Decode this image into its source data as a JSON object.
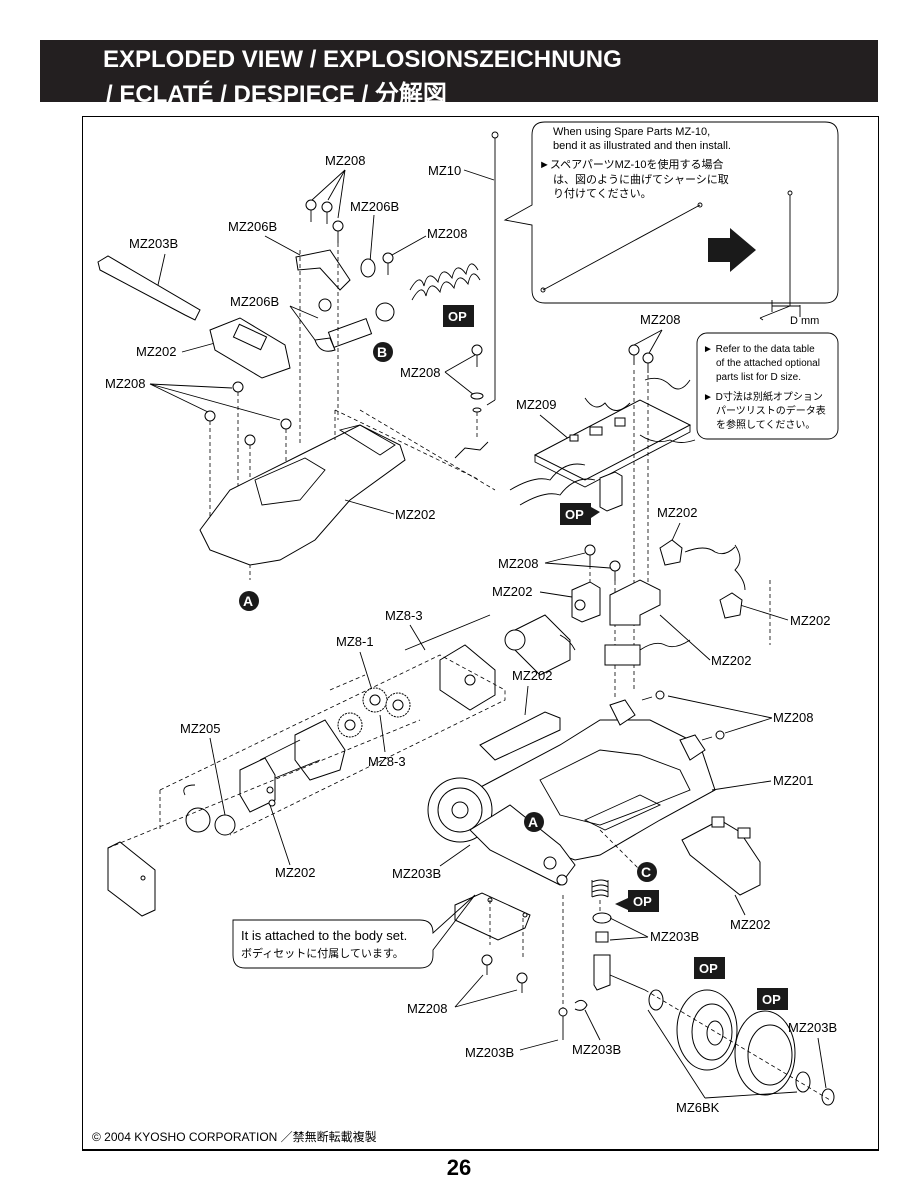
{
  "header": {
    "title_line1": "EXPLODED VIEW / EXPLOSIONSZEICHNUNG",
    "title_line2": "/ ECLATÉ   / DESPIECE / 分解図"
  },
  "notes": {
    "mz10_en_1": "When using Spare Parts MZ-10,",
    "mz10_en_2": "bend it as illustrated and then install.",
    "mz10_jp_1": "►スペアパーツMZ-10を使用する場合",
    "mz10_jp_2": "は、図のように曲げてシャーシに取",
    "mz10_jp_3": "り付けてください。",
    "dmm": "D mm",
    "d_en_1": "► Refer to the data table",
    "d_en_2": "of the attached optional",
    "d_en_3": "parts list for D size.",
    "d_jp_1": "► D寸法は別紙オプション",
    "d_jp_2": "パーツリストのデータ表",
    "d_jp_3": "を参照してください。",
    "body_en": "It is attached to the body set.",
    "body_jp": "ボディセットに付属しています。"
  },
  "labels": {
    "mz208": "MZ208",
    "mz10": "MZ10",
    "mz206b": "MZ206B",
    "mz203b": "MZ203B",
    "mz202": "MZ202",
    "mz209": "MZ209",
    "mz8_3": "MZ8-3",
    "mz8_1": "MZ8-1",
    "mz205": "MZ205",
    "mz201": "MZ201",
    "mz6bk": "MZ6BK",
    "op": "OP",
    "a": "A",
    "b": "B",
    "c": "C"
  },
  "footer": {
    "copyright": "© 2004 KYOSHO CORPORATION ／禁無断転載複製",
    "page": "26"
  }
}
